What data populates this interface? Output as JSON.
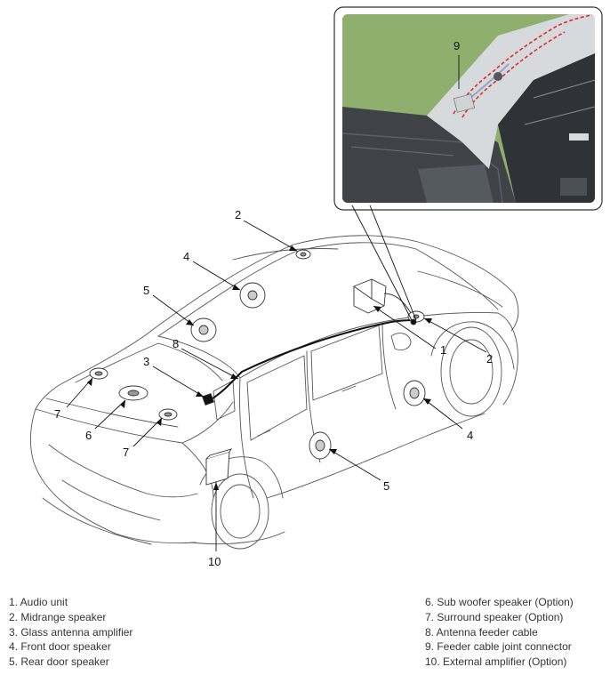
{
  "callouts": {
    "audio_unit": "1",
    "midrange_speaker_top": "2",
    "midrange_speaker_side": "2",
    "glass_antenna_amplifier": "3",
    "front_door_speaker_a": "4",
    "front_door_speaker_b": "4",
    "rear_door_speaker_a": "5",
    "rear_door_speaker_b": "5",
    "sub_woofer": "6",
    "surround_left": "7",
    "surround_right": "7",
    "antenna_feeder_cable": "8",
    "feeder_cable_joint_connector": "9",
    "external_amplifier": "10"
  },
  "legend": {
    "left": [
      "1. Audio unit",
      "2. Midrange speaker",
      "3. Glass antenna amplifier",
      "4. Front door speaker",
      "5. Rear door speaker"
    ],
    "right": [
      "6. Sub woofer speaker (Option)",
      "7. Surround speaker (Option)",
      "8. Antenna feeder cable",
      "9. Feeder cable joint connector",
      "10. External amplifier (Option)"
    ]
  },
  "colors": {
    "inset_sky": "#8faf6e",
    "dashboard": "#3f4348",
    "pillar": "#d7dadd",
    "cable_highlight": "#e02b2b",
    "line_art": "#555555"
  }
}
